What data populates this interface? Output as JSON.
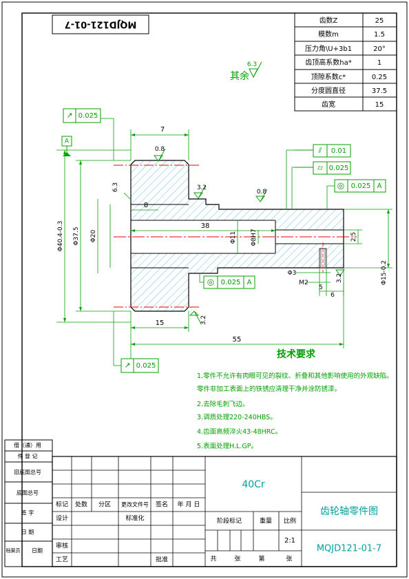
{
  "drawing_number_rotated": "MQJD121-01-7",
  "param_table": [
    {
      "label": "齿数Z",
      "value": "25"
    },
    {
      "label": "模数m",
      "value": "1.5"
    },
    {
      "label": "压力角\\U+3b1",
      "value": "20°"
    },
    {
      "label": "齿顶高系数ha*",
      "value": "1"
    },
    {
      "label": "顶隙系数c*",
      "value": "0.25"
    },
    {
      "label": "分度圆直径",
      "value": "37.5"
    },
    {
      "label": "齿宽",
      "value": "15"
    }
  ],
  "remaining_roughness": {
    "label": "其余",
    "value": "6.3"
  },
  "tolerances": {
    "runout_top": {
      "symbol": "↗",
      "value": "0.025"
    },
    "datum_a": "A",
    "parallel": {
      "symbol": "⫽",
      "value": "0.01"
    },
    "cylindricity": {
      "symbol": "⌭",
      "value": "0.025"
    },
    "concentricity_right": {
      "symbol": "◎",
      "value": "0.025",
      "datum": "A"
    },
    "concentricity_bottom": {
      "symbol": "◎",
      "value": "0.025",
      "datum": "A"
    },
    "runout_bottom": {
      "symbol": "↗",
      "value": "0.025"
    }
  },
  "dimensions": {
    "d7": "7",
    "d8": "8",
    "d38": "38",
    "d15": "15",
    "d55": "55",
    "d5": "5",
    "d6": "6",
    "phi3": "Φ3",
    "m2": "M2",
    "d25": "2.5",
    "d32a": "3.2",
    "d32b": "3.2",
    "d32c": "3.2",
    "d63": "6.3",
    "d08a": "0.8",
    "d08b": "0.8",
    "phi_tip": "Φ40.4-0.3",
    "phi_root": "Φ37.5",
    "phi20": "Φ20",
    "phi11": "Φ11",
    "phi8": "Φ8H7",
    "phi15": "Φ15-0.2"
  },
  "tech_requirements": {
    "title": "技术要求",
    "items": [
      "1.零件不允许有肉眼可见的裂纹、折叠和其他影响使用的外观缺陷。",
      "  零件非加工表面上的铁锈应清理干净并涂防锈漆。",
      "2.去除毛刺飞边。",
      "3.调质处理220-240HBS。",
      "4.齿面高频淬火43-48HRC。",
      "5.表面处理H.L.GP。"
    ]
  },
  "left_strip": [
    "借（通）用",
    "件 登 记",
    "旧底图总号",
    "底图总号",
    "签  字",
    "日  期",
    "档案员",
    "日期"
  ],
  "title_block": {
    "material": "40Cr",
    "part_name": "齿轮轴零件图",
    "drawing_no": "MQJD121-01-7",
    "scale_label": "比例",
    "scale": "2:1",
    "weight_label": "重量",
    "stage_label": "阶段标记",
    "headers": [
      "标记",
      "处数",
      "分区",
      "更改文件号",
      "签名",
      "年 月 日"
    ],
    "design": "设计",
    "standard": "标准化",
    "review": "审核",
    "process": "工艺",
    "approve": "批准",
    "sheets": [
      "共",
      "张",
      "第",
      "张"
    ]
  }
}
